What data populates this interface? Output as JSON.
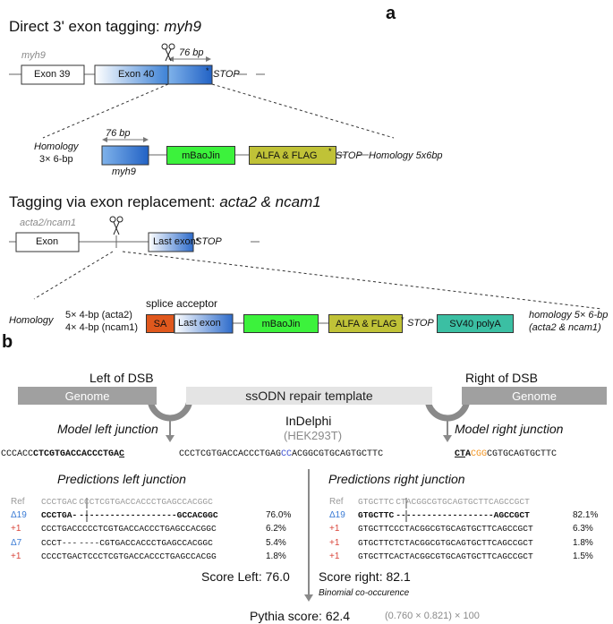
{
  "panel_a": {
    "letter": "a",
    "title1": "Direct 3' exon tagging: ",
    "title1_gene": "myh9",
    "gene_label": "myh9",
    "exon39": "Exon 39",
    "exon40": "Exon 40",
    "bp76": "76 bp",
    "stop": "STOP",
    "homology_left_1": "Homology",
    "homology_left_2": "3× 6-bp",
    "bp76_b": "76 bp",
    "myh9_sub": "myh9",
    "mbaojin": "mBaoJin",
    "alfa_flag": "ALFA & FLAG",
    "stop2": "STOP",
    "homology_right": "Homology 5x6bp",
    "title2": "Tagging via exon replacement: ",
    "title2_genes": "acta2 & ncam1",
    "gene_label2": "acta2/ncam1",
    "exon": "Exon",
    "last_exon_star": "Last exon*",
    "stop3": "STOP",
    "splice_acceptor": "splice acceptor",
    "homology_left2": "Homology",
    "bp4_a": "5× 4-bp (acta2)",
    "bp4_b": "4× 4-bp (ncam1)",
    "sa": "SA",
    "last_exon": "Last exon",
    "mbaojin2": "mBaoJin",
    "alfa_flag2": "ALFA & FLAG",
    "stop4": "STOP",
    "polya": "SV40 polyA",
    "homology_right2_1": "homology 5× 6-bp",
    "homology_right2_2": "(acta2 & ncam1)",
    "star": "*"
  },
  "panel_b": {
    "letter": "b",
    "left_of_dsb": "Left of DSB",
    "right_of_dsb": "Right of DSB",
    "genome_left": "Genome",
    "genome_right": "Genome",
    "ssodn": "ssODN repair template",
    "model_left": "Model left junction",
    "model_right": "Model right junction",
    "indelphi": "InDelphi",
    "hek": "(HEK293T)",
    "seq_left_plain": "CCCACC",
    "seq_left_bold": "CTCGTGACCACCCTGA",
    "seq_left_ul": "C",
    "seq_mid_a": "CCCTCGTGACCACCCTGAG",
    "seq_mid_b": "CC",
    "seq_mid_c": "ACGGCGTGCAGTGCTTC",
    "seq_right_ul": "CT",
    "seq_right_bold_a": "A",
    "seq_right_orange": "CGG",
    "seq_right_rest": "CGTGCAGTGCTTC",
    "pred_left_title": "Predictions left junction",
    "pred_right_title": "Predictions right junction",
    "left_rows": [
      {
        "label": "Ref",
        "a": "CCCTGAC",
        "b": "CCCTCGTGACCACCCTGAGCCACGGC",
        "pct": ""
      },
      {
        "label": "Δ19",
        "a": "CCCTGA-",
        "b": "-------------------GCCACGGC",
        "pct": "76.0%"
      },
      {
        "label": "+1",
        "a": "CCCTGACCCCCTCGTGACCACCCTGAGCCACGGC",
        "b": "",
        "pct": "6.2%"
      },
      {
        "label": "Δ7",
        "a": "CCCT---",
        "b": "----CGTGACCACCCTGAGCCACGGC",
        "pct": "5.4%"
      },
      {
        "label": "+1",
        "a": "CCCCTGACTCCCTCGTGACCACCCTGAGCCACGG",
        "b": "",
        "pct": "1.8%"
      }
    ],
    "right_rows": [
      {
        "label": "Ref",
        "a": "GTGCTTC",
        "b": "CTACGGCGTGCAGTGCTTCAGCCGCT",
        "pct": ""
      },
      {
        "label": "Δ19",
        "a": "GTGCTTC",
        "b": "-------------------AGCCGCT",
        "pct": "82.1%"
      },
      {
        "label": "+1",
        "a": "GTGCTTCCCTACGGCGTGCAGTGCTTCAGCCGCT",
        "b": "",
        "pct": "6.3%"
      },
      {
        "label": "+1",
        "a": "GTGCTTCTCTACGGCGTGCAGTGCTTCAGCCGCT",
        "b": "",
        "pct": "1.8%"
      },
      {
        "label": "+1",
        "a": "GTGCTTCACTACGGCGTGCAGTGCTTCAGCCGCT",
        "b": "",
        "pct": "1.5%"
      }
    ],
    "score_left": "Score Left: 76.0",
    "score_right": "Score right: 82.1",
    "binomial": "Binomial co-occurence",
    "pythia": "Pythia score: 62.4",
    "pythia_formula": "(0.760 × 0.821) × 100"
  },
  "colors": {
    "exon_blue": "#2f6fd0",
    "mbaojin_green": "#3cf23c",
    "alfa_olive": "#c0c237",
    "sa_orange": "#e0581d",
    "polya_teal": "#3bbfa3",
    "genome_gray": "#a0a0a0",
    "ssodn_gray": "#e4e4e4"
  }
}
